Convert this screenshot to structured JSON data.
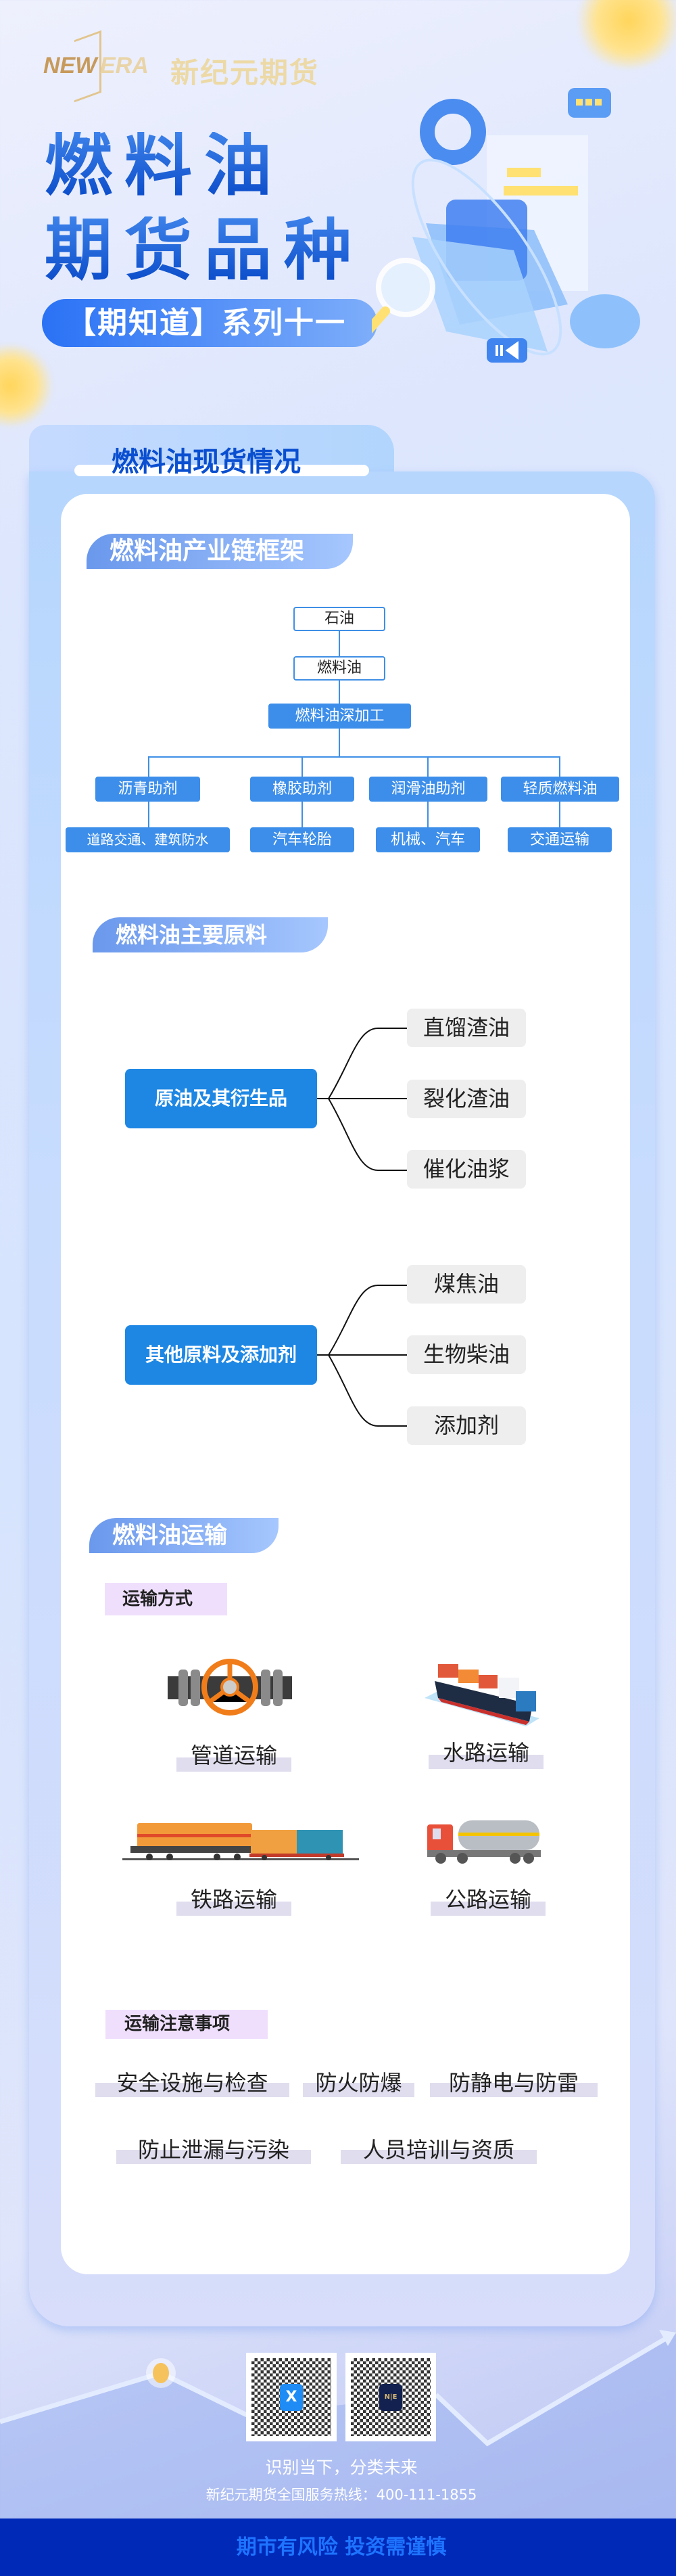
{
  "header": {
    "logo_en_left": "NEW",
    "logo_en_right": "ERA",
    "logo_cn": "新纪元期货",
    "title_line1": "燃料油",
    "title_line2": "期货品种",
    "series_label": "【期知道】系列十一"
  },
  "panel": {
    "title": "燃料油现货情况"
  },
  "chain": {
    "heading": "燃料油产业链框架",
    "root": "石油",
    "level2": "燃料油",
    "level3": "燃料油深加工",
    "branches": [
      {
        "label": "沥青助剂",
        "use": "道路交通、建筑防水"
      },
      {
        "label": "橡胶助剂",
        "use": "汽车轮胎"
      },
      {
        "label": "润滑油助剂",
        "use": "机械、汽车"
      },
      {
        "label": "轻质燃料油",
        "use": "交通运输"
      }
    ]
  },
  "materials": {
    "heading": "燃料油主要原料",
    "groups": [
      {
        "label": "原油及其衍生品",
        "items": [
          "直馏渣油",
          "裂化渣油",
          "催化油浆"
        ]
      },
      {
        "label": "其他原料及添加剂",
        "items": [
          "煤焦油",
          "生物柴油",
          "添加剂"
        ]
      }
    ]
  },
  "transport": {
    "heading": "燃料油运输",
    "modes_heading": "运输方式",
    "modes": [
      {
        "label": "管道运输",
        "icon": "pipeline-valve-icon"
      },
      {
        "label": "水路运输",
        "icon": "cargo-ship-icon"
      },
      {
        "label": "铁路运输",
        "icon": "freight-train-icon"
      },
      {
        "label": "公路运输",
        "icon": "tanker-truck-icon"
      }
    ],
    "notes_heading": "运输注意事项",
    "notes": [
      "安全设施与检查",
      "防火防爆",
      "防静电与防雷",
      "防止泄漏与污染",
      "人员培训与资质"
    ]
  },
  "footer": {
    "slogan": "识别当下，分类未来",
    "hotline": "新纪元期货全国服务热线：400-111-1855",
    "risk_warning": "期市有风险  投资需谨慎"
  },
  "colors": {
    "brand_blue": "#1e87e4",
    "bar": "#0029b8",
    "gold": "#c79a5b"
  }
}
